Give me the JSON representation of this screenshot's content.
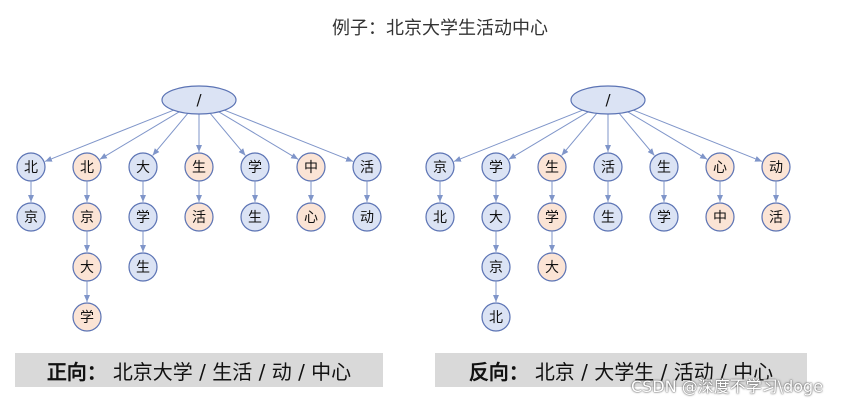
{
  "title": "例子：北京大学生活动中心",
  "root_label": "/",
  "colors": {
    "blue_fill": "#dbe3f4",
    "peach_fill": "#fbe4d5",
    "stroke": "#5b73b4",
    "edge": "#7f95c9"
  },
  "forward": {
    "caption_bold": "正向：",
    "caption_rest": "北京大学 / 生活 / 动 / 中心",
    "columns": [
      {
        "color": "blue",
        "nodes": [
          "北",
          "京"
        ]
      },
      {
        "color": "peach",
        "nodes": [
          "北",
          "京",
          "大",
          "学"
        ]
      },
      {
        "color": "blue",
        "nodes": [
          "大",
          "学",
          "生"
        ]
      },
      {
        "color": "peach",
        "nodes": [
          "生",
          "活"
        ]
      },
      {
        "color": "blue",
        "nodes": [
          "学",
          "生"
        ]
      },
      {
        "color": "peach",
        "nodes": [
          "中",
          "心"
        ]
      },
      {
        "color": "blue",
        "nodes": [
          "活",
          "动"
        ]
      }
    ]
  },
  "reverse": {
    "caption_bold": "反向：",
    "caption_rest": "北京 / 大学生 / 活动 / 中心",
    "columns": [
      {
        "color": "blue",
        "nodes": [
          "京",
          "北"
        ]
      },
      {
        "color": "blue",
        "nodes": [
          "学",
          "大",
          "京",
          "北"
        ]
      },
      {
        "color": "peach",
        "nodes": [
          "生",
          "学",
          "大"
        ]
      },
      {
        "color": "blue",
        "nodes": [
          "活",
          "生"
        ]
      },
      {
        "color": "blue",
        "nodes": [
          "生",
          "学"
        ]
      },
      {
        "color": "peach",
        "nodes": [
          "心",
          "中"
        ]
      },
      {
        "color": "peach",
        "nodes": [
          "动",
          "活"
        ]
      }
    ]
  },
  "watermark": "CSDN @深度不学习\\doge"
}
